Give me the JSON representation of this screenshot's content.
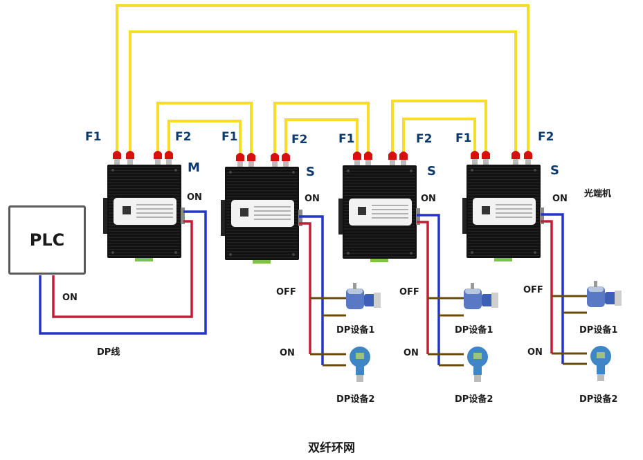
{
  "title": "双纤环网",
  "side_label": "光端机",
  "plc": {
    "label": "PLC"
  },
  "cable_label": "DP线",
  "colors": {
    "fiber": "#f7dc2a",
    "connector": "#d80f0f",
    "dp_a": "#2334c8",
    "dp_b": "#c01f35",
    "tap": "#6b4a06",
    "device_body": "#111111",
    "label_blue": "#0d3a6e"
  },
  "nodes": [
    {
      "role": "M",
      "port_left": "F1",
      "port_right": "F2",
      "switch": "ON"
    },
    {
      "role": "S",
      "port_left": "F1",
      "port_right": "F2",
      "switch": "ON"
    },
    {
      "role": "S",
      "port_left": "F1",
      "port_right": "F2",
      "switch": "ON"
    },
    {
      "role": "S",
      "port_left": "F1",
      "port_right": "F2",
      "switch": "ON"
    }
  ],
  "plc_switch": "ON",
  "drops": [
    {
      "dev1_switch": "OFF",
      "dev2_switch": "ON",
      "dev1": "DP设备1",
      "dev2": "DP设备2"
    },
    {
      "dev1_switch": "OFF",
      "dev2_switch": "ON",
      "dev1": "DP设备1",
      "dev2": "DP设备2"
    },
    {
      "dev1_switch": "OFF",
      "dev2_switch": "ON",
      "dev1": "DP设备1",
      "dev2": "DP设备2"
    }
  ]
}
